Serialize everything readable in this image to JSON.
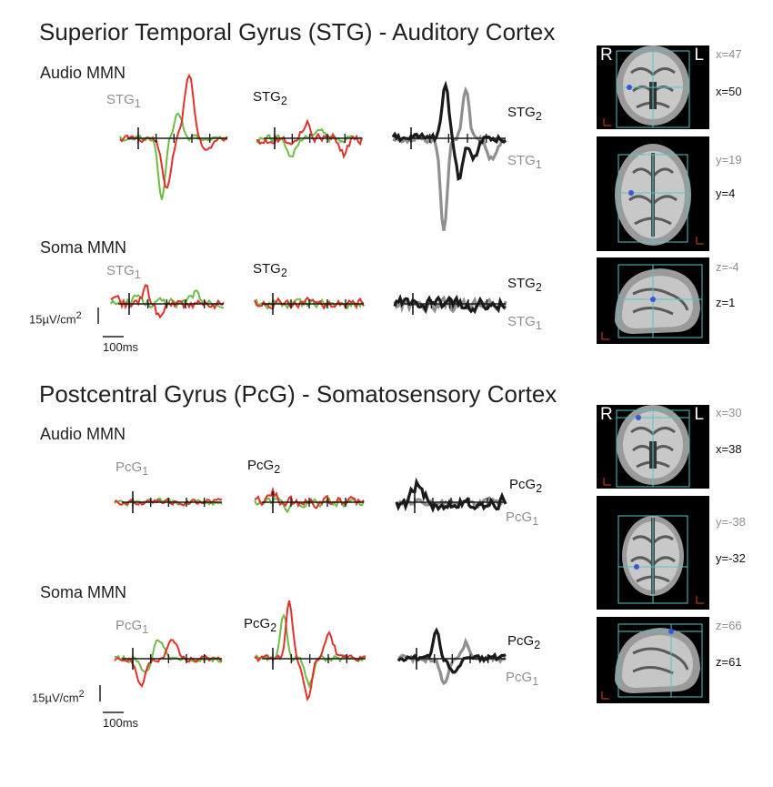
{
  "figure": {
    "sections": [
      {
        "title": "Superior Temporal Gyrus (STG) - Auditory Cortex",
        "rows": [
          {
            "label": "Audio MMN",
            "col1_label": "STG",
            "col1_sub": "1",
            "col2_label": "STG",
            "col2_sub": "2",
            "overlay_label_a": "STG",
            "overlay_sub_a": "2",
            "overlay_label_b": "STG",
            "overlay_sub_b": "1"
          },
          {
            "label": "Soma MMN",
            "col1_label": "STG",
            "col1_sub": "1",
            "col2_label": "STG",
            "col2_sub": "2",
            "overlay_label_a": "STG",
            "overlay_sub_a": "2",
            "overlay_label_b": "STG",
            "overlay_sub_b": "1"
          }
        ],
        "scale_amplitude": "15µV/cm",
        "scale_amplitude_sup": "2",
        "scale_time": "100ms",
        "mri": [
          {
            "left": "R",
            "right": "L",
            "coord_grey": "x=47",
            "coord_black": "x=50"
          },
          {
            "coord_grey": "y=19",
            "coord_black": "y=4"
          },
          {
            "coord_grey": "z=-4",
            "coord_black": "z=1"
          }
        ]
      },
      {
        "title": "Postcentral Gyrus (PcG) - Somatosensory Cortex",
        "rows": [
          {
            "label": "Audio MMN",
            "col1_label": "PcG",
            "col1_sub": "1",
            "col2_label": "PcG",
            "col2_sub": "2",
            "overlay_label_a": "PcG",
            "overlay_sub_a": "2",
            "overlay_label_b": "PcG",
            "overlay_sub_b": "1"
          },
          {
            "label": "Soma MMN",
            "col1_label": "PcG",
            "col1_sub": "1",
            "col2_label": "PcG",
            "col2_sub": "2",
            "overlay_label_a": "PcG",
            "overlay_sub_a": "2",
            "overlay_label_b": "PcG",
            "overlay_sub_b": "1"
          }
        ],
        "scale_amplitude": "15µV/cm",
        "scale_amplitude_sup": "2",
        "scale_time": "100ms",
        "mri": [
          {
            "left": "R",
            "right": "L",
            "coord_grey": "x=30",
            "coord_black": "x=38"
          },
          {
            "coord_grey": "y=-38",
            "coord_black": "y=-32"
          },
          {
            "coord_grey": "z=66",
            "coord_black": "z=61"
          }
        ]
      }
    ],
    "colors": {
      "red": "#e2312a",
      "green": "#6cbd45",
      "black": "#1a1a1a",
      "grey": "#8f8f8f",
      "mri_box": "#59c3c3",
      "mri_axis": "#e0451d"
    }
  }
}
